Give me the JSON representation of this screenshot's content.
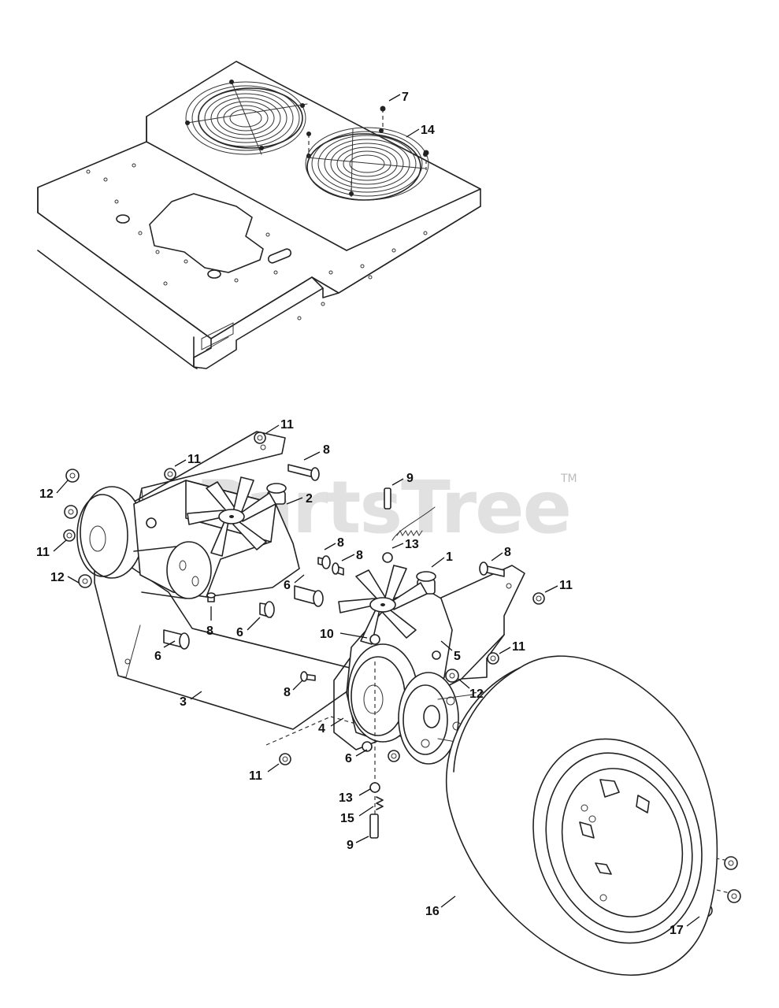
{
  "watermark": {
    "brand": "PartsTree",
    "trademark": "TM"
  },
  "callouts": [
    {
      "id": "c7",
      "label": "7"
    },
    {
      "id": "c14",
      "label": "14"
    },
    {
      "id": "c11a",
      "label": "11"
    },
    {
      "id": "c8a",
      "label": "8"
    },
    {
      "id": "c11b",
      "label": "11"
    },
    {
      "id": "c2",
      "label": "2"
    },
    {
      "id": "c9a",
      "label": "9"
    },
    {
      "id": "c12a",
      "label": "12"
    },
    {
      "id": "c11c",
      "label": "11"
    },
    {
      "id": "c8b",
      "label": "8"
    },
    {
      "id": "c8c",
      "label": "8"
    },
    {
      "id": "c13a",
      "label": "13"
    },
    {
      "id": "c1",
      "label": "1"
    },
    {
      "id": "c8d",
      "label": "8"
    },
    {
      "id": "c12b",
      "label": "12"
    },
    {
      "id": "c11d",
      "label": "11"
    },
    {
      "id": "c6a",
      "label": "6"
    },
    {
      "id": "c8e",
      "label": "8"
    },
    {
      "id": "c6b",
      "label": "6"
    },
    {
      "id": "c6c",
      "label": "6"
    },
    {
      "id": "c10",
      "label": "10"
    },
    {
      "id": "c5",
      "label": "5"
    },
    {
      "id": "c11e",
      "label": "11"
    },
    {
      "id": "c12c",
      "label": "12"
    },
    {
      "id": "c8f",
      "label": "8"
    },
    {
      "id": "c3",
      "label": "3"
    },
    {
      "id": "c4",
      "label": "4"
    },
    {
      "id": "c6d",
      "label": "6"
    },
    {
      "id": "c11f",
      "label": "11"
    },
    {
      "id": "c13b",
      "label": "13"
    },
    {
      "id": "c15",
      "label": "15"
    },
    {
      "id": "c9b",
      "label": "9"
    },
    {
      "id": "c16",
      "label": "16"
    },
    {
      "id": "c17",
      "label": "17"
    }
  ]
}
